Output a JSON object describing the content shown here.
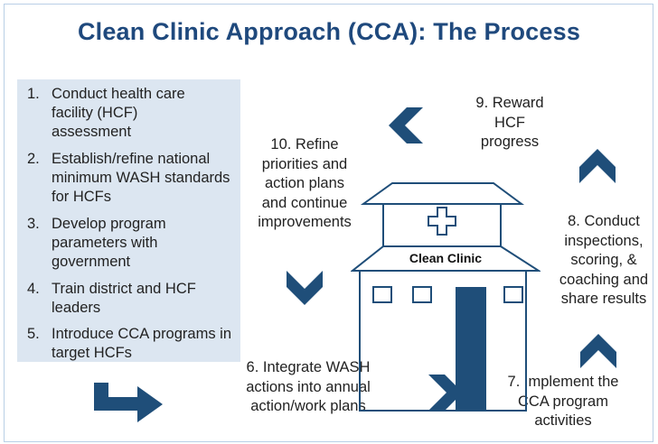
{
  "title": "Clean Clinic Approach (CCA): The Process",
  "initial_steps": [
    {
      "num": "1.",
      "text": "Conduct health care facility (HCF) assessment"
    },
    {
      "num": "2.",
      "text": "Establish/refine national minimum WASH standards for HCFs"
    },
    {
      "num": "3.",
      "text": "Develop program parameters with government"
    },
    {
      "num": "4.",
      "text": "Train district and HCF leaders"
    },
    {
      "num": "5.",
      "text": "Introduce CCA programs in target HCFs"
    }
  ],
  "cycle_steps": {
    "step6": "6. Integrate WASH actions into annual action/work plans",
    "step7": "7. Implement the CCA program activities",
    "step8": "8. Conduct inspections, scoring, & coaching and share results",
    "step9": "9. Reward HCF progress",
    "step10": "10. Refine priorities and action plans and continue improvements"
  },
  "clinic": {
    "sign": "Clean Clinic"
  },
  "colors": {
    "title": "#1f497d",
    "navy": "#1f4e79",
    "steps_box_bg": "#dce6f1",
    "clinic_line": "#1f4e79"
  },
  "icons": [
    "turn-right-arrow-icon",
    "chevron-left-icon",
    "chevron-right-icon",
    "chevron-up-icon",
    "chevron-down-icon",
    "clinic-building-icon",
    "cross-icon"
  ]
}
